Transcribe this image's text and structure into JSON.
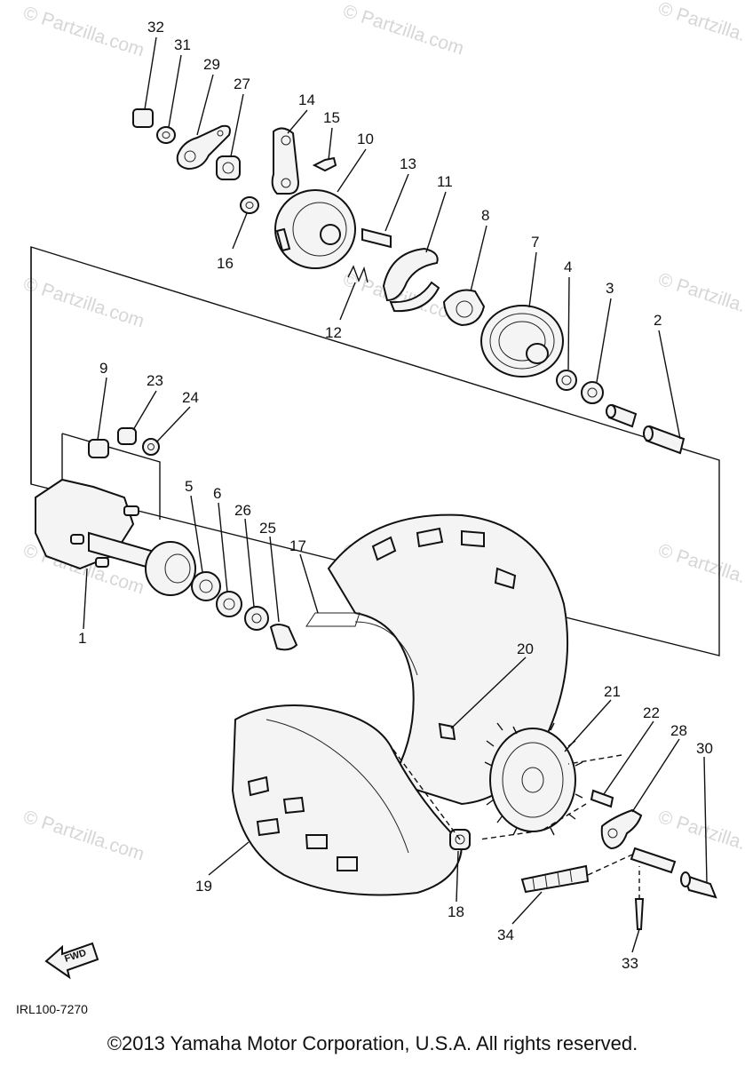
{
  "watermark": "© Partzilla.com",
  "diagram_code": "IRL100-7270",
  "fwd_label": "FWD",
  "copyright": "©2013 Yamaha Motor Corporation, U.S.A. All rights reserved.",
  "callouts": {
    "p1": "1",
    "p2": "2",
    "p3": "3",
    "p4": "4",
    "p5": "5",
    "p6": "6",
    "p7": "7",
    "p8": "8",
    "p9": "9",
    "p10": "10",
    "p11": "11",
    "p12": "12",
    "p13": "13",
    "p14": "14",
    "p15": "15",
    "p16": "16",
    "p17": "17",
    "p18": "18",
    "p19": "19",
    "p20": "20",
    "p21": "21",
    "p22": "22",
    "p23": "23",
    "p24": "24",
    "p25": "25",
    "p26": "26",
    "p27": "27",
    "p28": "28",
    "p29": "29",
    "p30": "30",
    "p31": "31",
    "p32": "32",
    "p33": "33",
    "p34": "34"
  }
}
